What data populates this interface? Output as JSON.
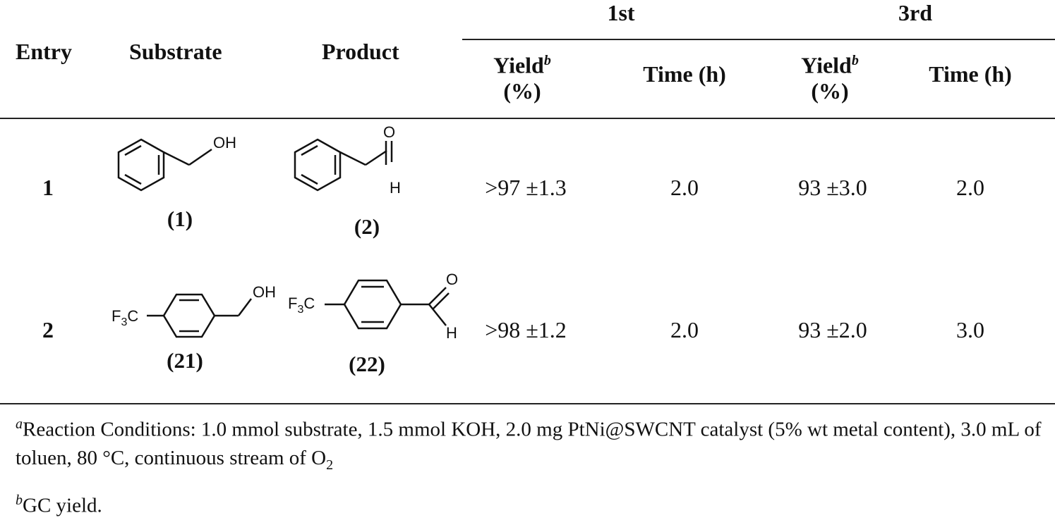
{
  "table": {
    "headers": {
      "entry": "Entry",
      "substrate": "Substrate",
      "product": "Product",
      "group_1": "1st",
      "group_3": "3rd",
      "yield_label": "Yield",
      "yield_sup": "b",
      "yield_unit": "(%)",
      "time_label": "Time (h)"
    },
    "rows": [
      {
        "entry": "1",
        "substrate_label": "(1)",
        "product_label": "(2)",
        "substrate_groups": [
          "OH"
        ],
        "product_groups": [
          "O",
          "H"
        ],
        "yield_1st": ">97 ±1.3",
        "time_1st": "2.0",
        "yield_3rd": "93 ±3.0",
        "time_3rd": "2.0"
      },
      {
        "entry": "2",
        "substrate_label": "(21)",
        "product_label": "(22)",
        "substrate_groups": [
          "F3C",
          "OH"
        ],
        "product_groups": [
          "F3C",
          "O",
          "H"
        ],
        "yield_1st": ">98 ±1.2",
        "time_1st": "2.0",
        "yield_3rd": "93 ±2.0",
        "time_3rd": "3.0"
      }
    ]
  },
  "footnotes": {
    "a_mark": "a",
    "a_text": "Reaction Conditions: 1.0 mmol substrate, 1.5 mmol KOH, 2.0 mg PtNi@SWCNT catalyst (5% wt metal content), 3.0 mL of toluen, 80 °C, continuous stream of O",
    "a_sub": "2",
    "b_mark": "b",
    "b_text": "GC yield."
  }
}
